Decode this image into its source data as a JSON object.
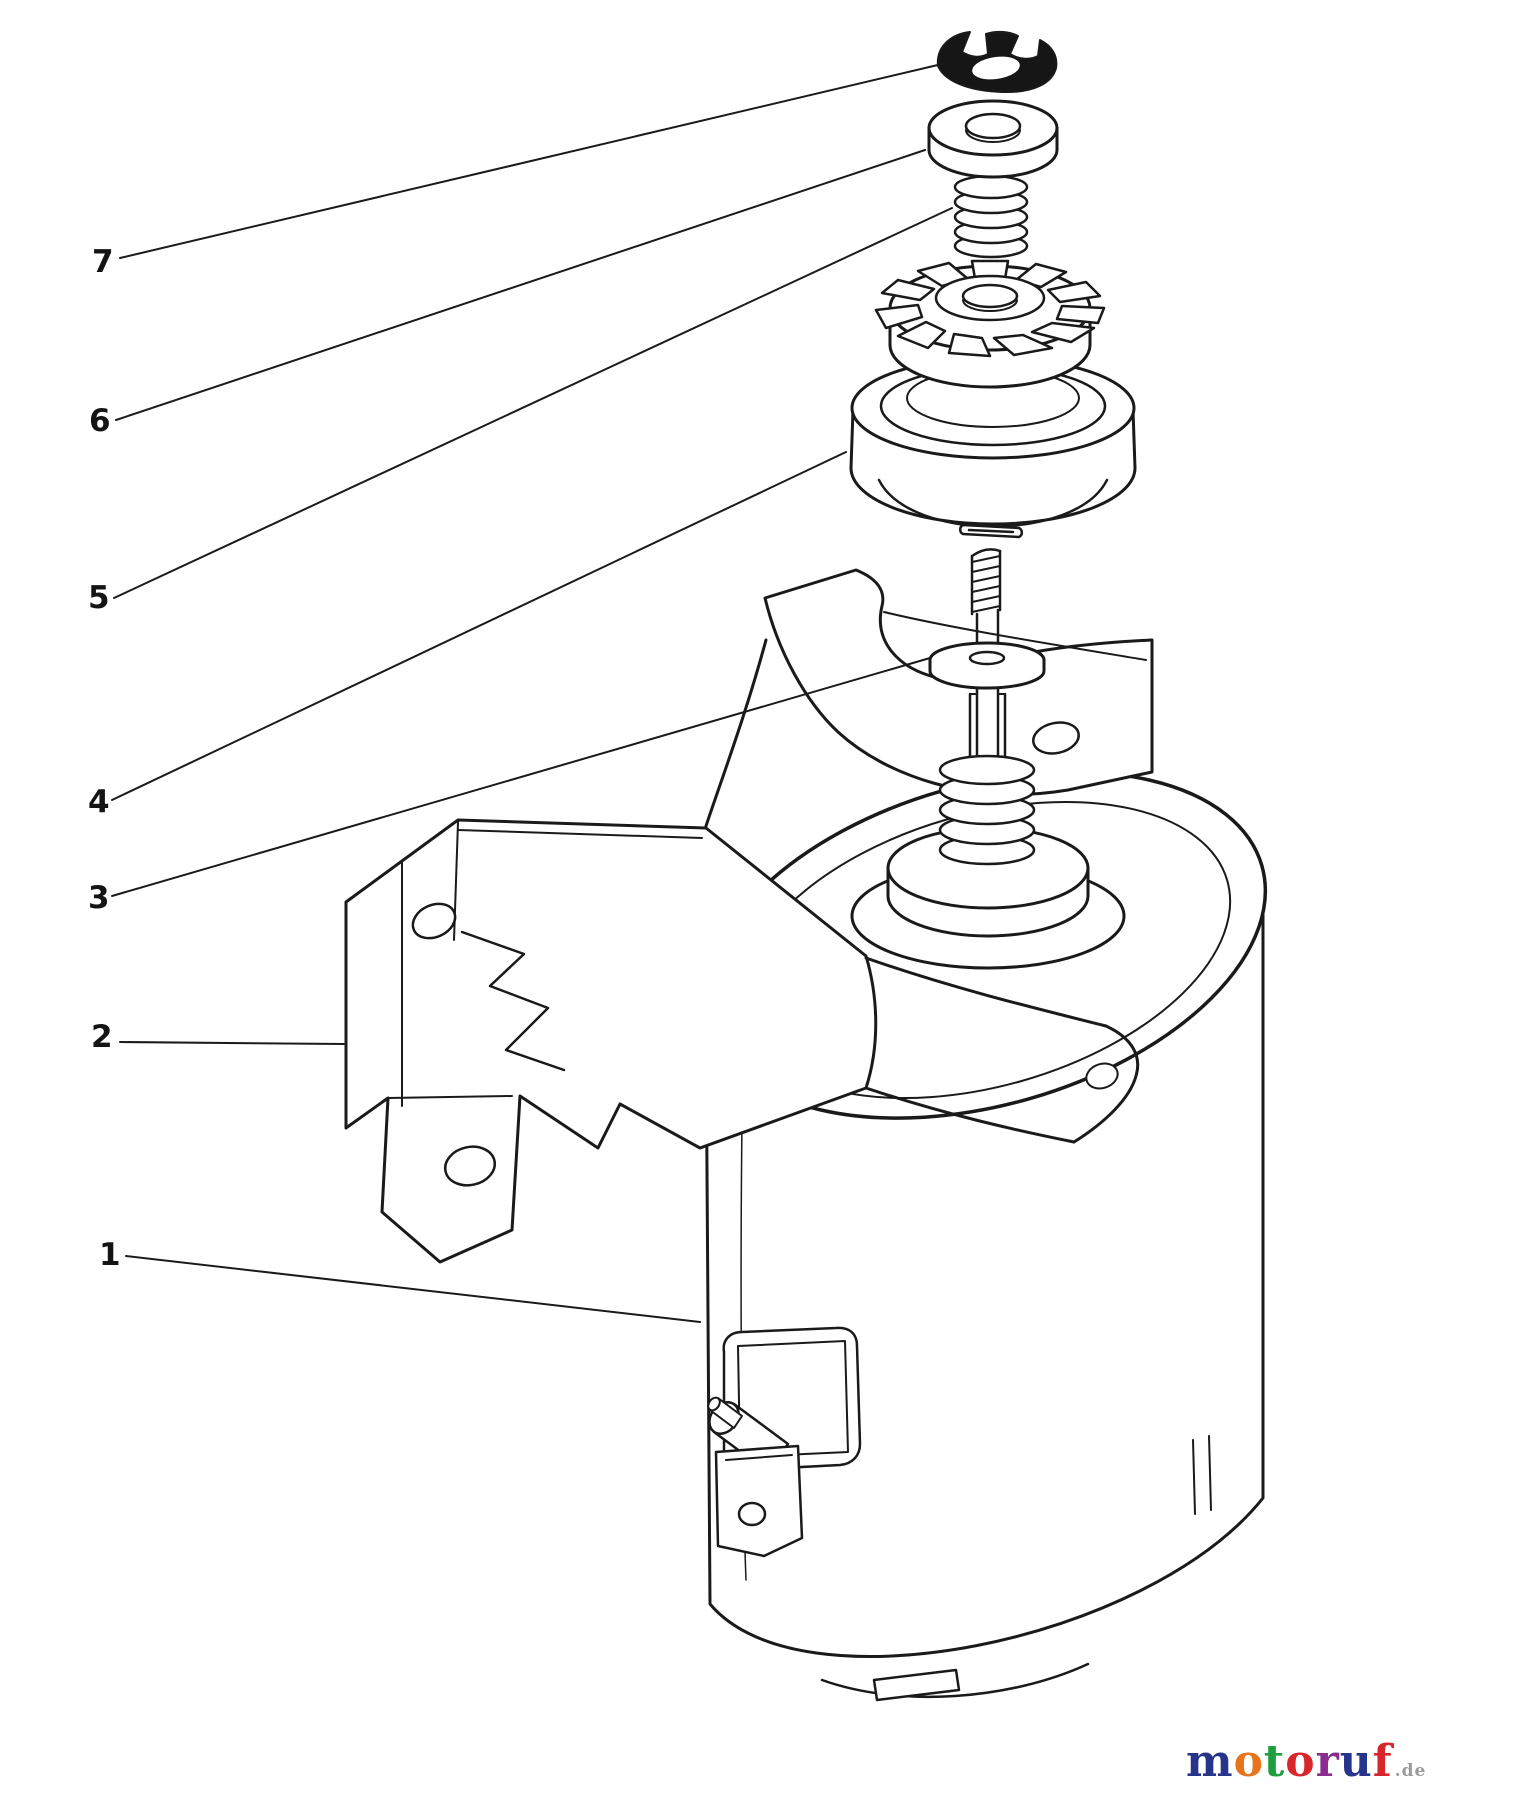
{
  "figure": {
    "callouts": [
      {
        "label": "7"
      },
      {
        "label": "6"
      },
      {
        "label": "5"
      },
      {
        "label": "4"
      },
      {
        "label": "3"
      },
      {
        "label": "2"
      },
      {
        "label": "1"
      }
    ]
  },
  "palette": {
    "ink": "#1a1a1a",
    "background": "#ffffff"
  },
  "watermark": {
    "letters": [
      {
        "char": "m",
        "color": "#27348b"
      },
      {
        "char": "o",
        "color": "#e8731a"
      },
      {
        "char": "t",
        "color": "#1e9e3e"
      },
      {
        "char": "o",
        "color": "#d7262c"
      },
      {
        "char": "r",
        "color": "#8a2d8f"
      },
      {
        "char": "u",
        "color": "#27348b"
      },
      {
        "char": "f",
        "color": "#d7262c"
      }
    ],
    "suffix": ".de",
    "suffix_color": "#9a9a9a"
  }
}
